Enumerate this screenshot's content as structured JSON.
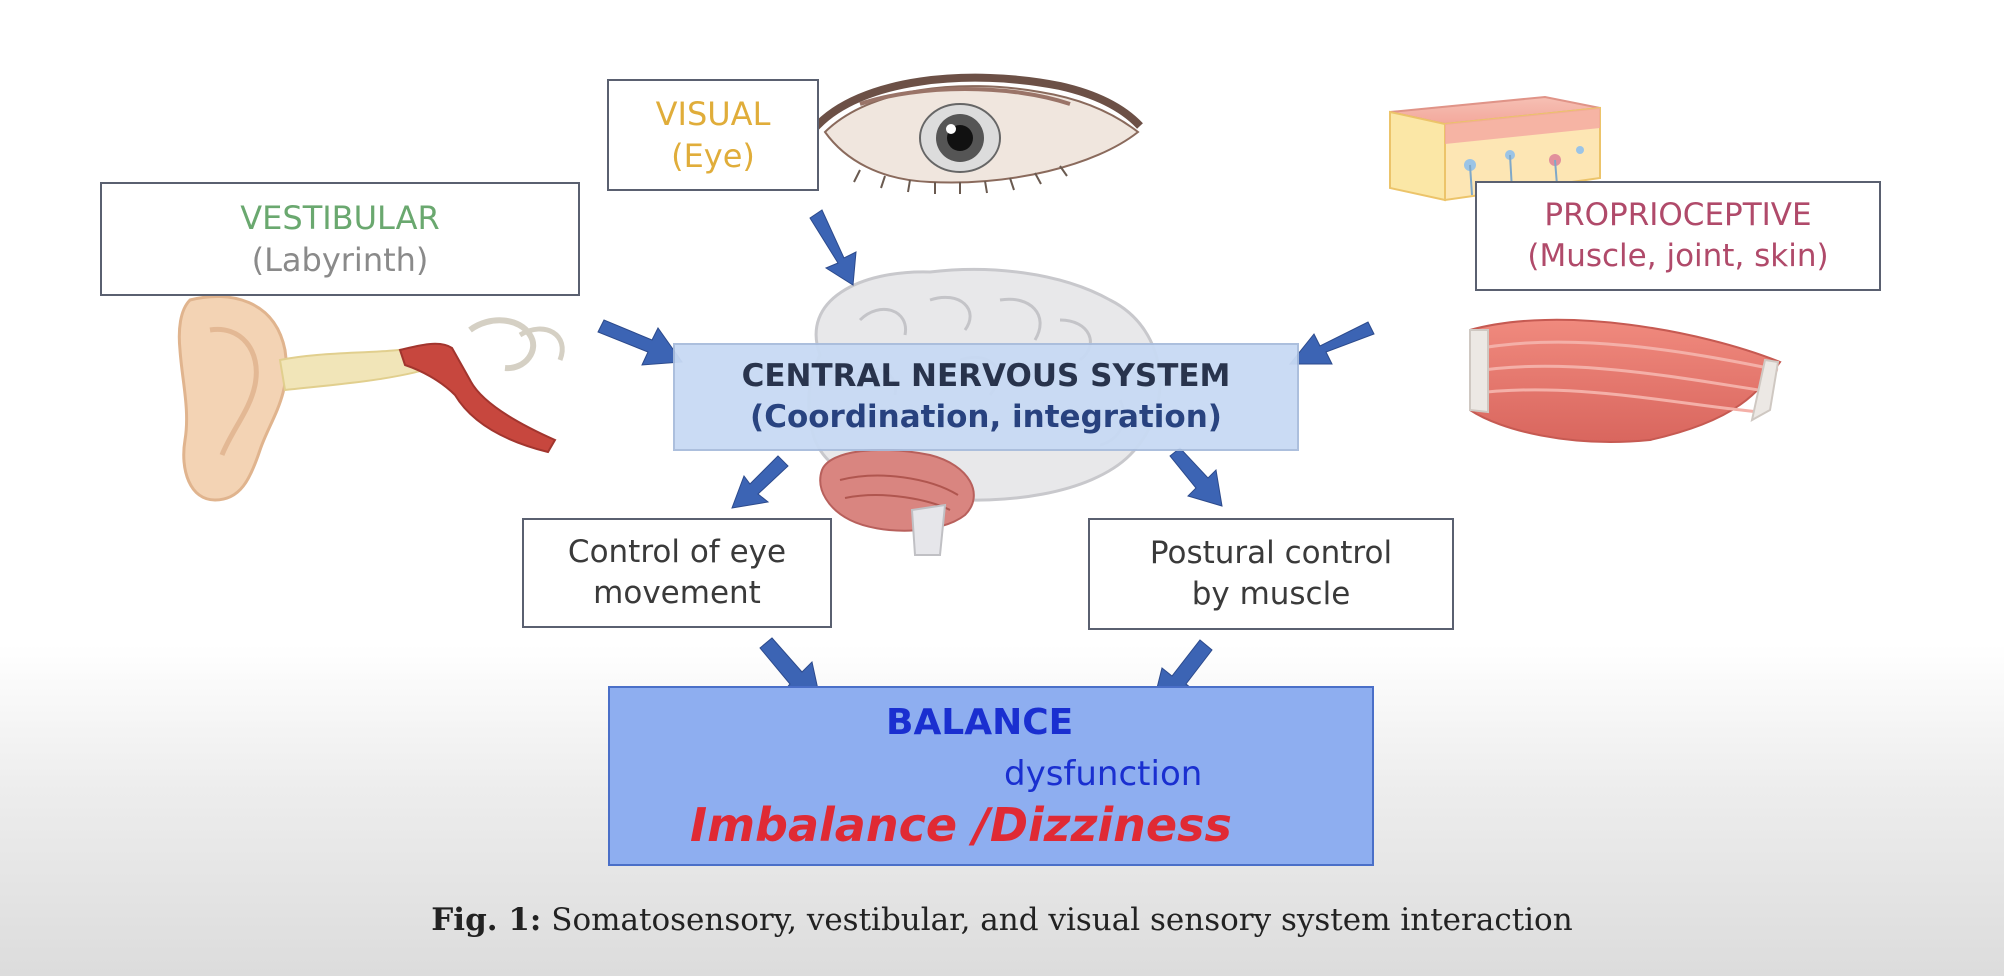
{
  "visual": {
    "title": "VISUAL",
    "sub": "(Eye)"
  },
  "vestibular": {
    "title": "VESTIBULAR",
    "sub": "(Labyrinth)"
  },
  "proprioceptive": {
    "title": "PROPRIOCEPTIVE",
    "sub": "(Muscle, joint, skin)"
  },
  "cns": {
    "title": "CENTRAL NERVOUS SYSTEM",
    "sub": "(Coordination, integration)"
  },
  "eye_control": {
    "line1": "Control of eye",
    "line2": "movement"
  },
  "postural": {
    "line1": "Postural control",
    "line2": "by muscle"
  },
  "balance": {
    "title": "BALANCE",
    "dysfunction": "dysfunction",
    "result": "Imbalance /Dizziness"
  },
  "caption": {
    "fig": "Fig. 1:",
    "text": "Somatosensory, vestibular, and visual sensory system interaction"
  },
  "icons": [
    "eye-icon",
    "ear-icon",
    "brain-icon",
    "skin-icon",
    "muscle-icon",
    "arrow-icon"
  ],
  "colors": {
    "visual": "#e0ad3a",
    "vestibular": "#6aa86f",
    "proprioceptive": "#b04a6a",
    "arrow": "#3c64b4",
    "cns_fill": "#c8daf4",
    "balance_fill": "#8eaef0",
    "balance_text": "#1a2fd0",
    "imbalance": "#e02a34"
  }
}
